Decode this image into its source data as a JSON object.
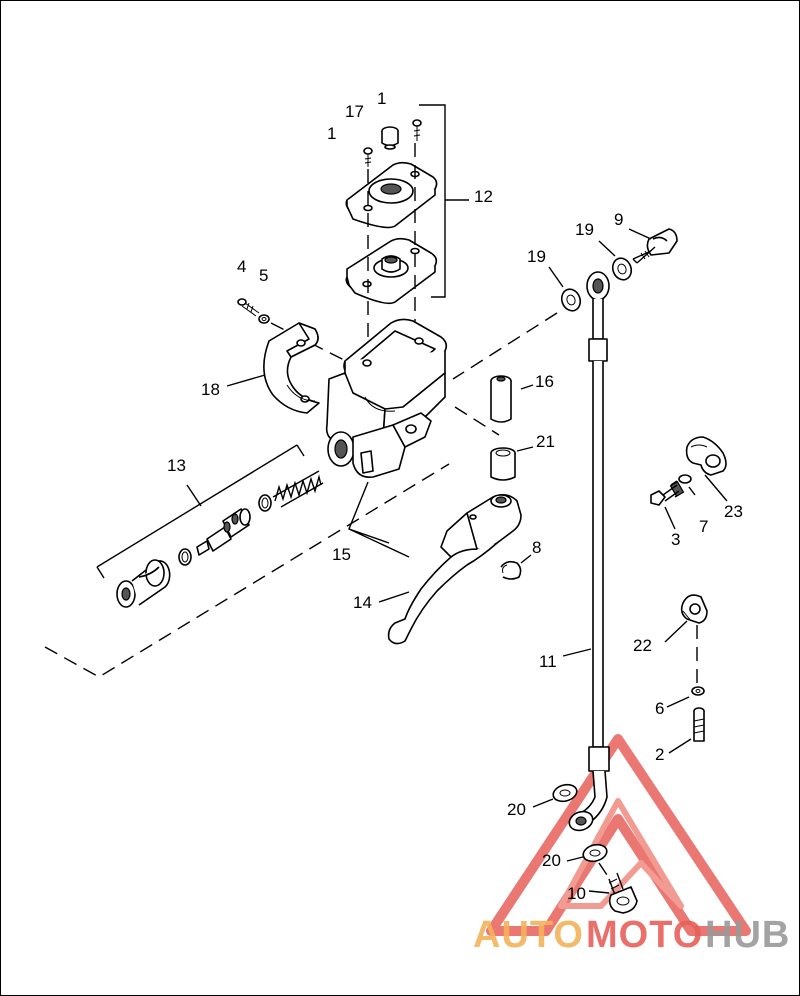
{
  "callouts": [
    {
      "id": "c1a",
      "text": "1"
    },
    {
      "id": "c1b",
      "text": "1"
    },
    {
      "id": "c17",
      "text": "17"
    },
    {
      "id": "c12",
      "text": "12"
    },
    {
      "id": "c4",
      "text": "4"
    },
    {
      "id": "c5",
      "text": "5"
    },
    {
      "id": "c18",
      "text": "18"
    },
    {
      "id": "c19a",
      "text": "19"
    },
    {
      "id": "c19b",
      "text": "19"
    },
    {
      "id": "c9",
      "text": "9"
    },
    {
      "id": "c16",
      "text": "16"
    },
    {
      "id": "c21",
      "text": "21"
    },
    {
      "id": "c13",
      "text": "13"
    },
    {
      "id": "c15",
      "text": "15"
    },
    {
      "id": "c8",
      "text": "8"
    },
    {
      "id": "c14",
      "text": "14"
    },
    {
      "id": "c3",
      "text": "3"
    },
    {
      "id": "c7",
      "text": "7"
    },
    {
      "id": "c23",
      "text": "23"
    },
    {
      "id": "c22",
      "text": "22"
    },
    {
      "id": "c11",
      "text": "11"
    },
    {
      "id": "c6",
      "text": "6"
    },
    {
      "id": "c2",
      "text": "2"
    },
    {
      "id": "c20a",
      "text": "20"
    },
    {
      "id": "c20b",
      "text": "20"
    },
    {
      "id": "c10",
      "text": "10"
    }
  ],
  "watermark": {
    "part1": "AUTO",
    "part2": "MOTO",
    "part3": "HUB",
    "color_orange": "#f5b25a",
    "color_red": "#e8605a",
    "color_gray": "#9a9a9a"
  }
}
